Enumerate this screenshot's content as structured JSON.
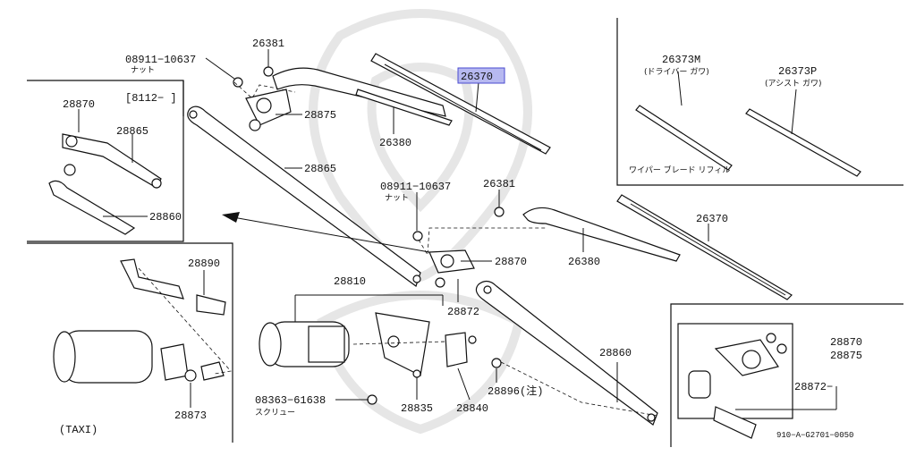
{
  "callouts": {
    "c26381a": "26381",
    "c08911a": "08911−10637",
    "c08911a_sub": "ナット",
    "c28875": "28875",
    "c26380a": "26380",
    "c26370_hl": "26370",
    "c28870a": "28870",
    "c8112": "[8112−  ]",
    "c28865a": "28865",
    "c28860a": "28860",
    "c28865b": "28865",
    "c08911b": "08911−10637",
    "c08911b_sub": "ナット",
    "c26381b": "26381",
    "c26370b": "26370",
    "c28870b": "28870",
    "c26380b": "26380",
    "c28810": "28810",
    "c28872": "28872",
    "c28890": "28890",
    "c28873": "28873",
    "c28860b": "28860",
    "c08363": "08363−61638",
    "c08363_sub": "スクリュー",
    "c28835": "28835",
    "c28840": "28840",
    "c28896": "28896(注)",
    "c26373m": "26373M",
    "c26373m_sub": "(ドライバー ガワ)",
    "c26373p": "26373P",
    "c26373p_sub": "(アシスト ガワ)",
    "refill": "ワイパー ブレード リフィル",
    "c28870c": "28870",
    "c28875c": "28875",
    "c28872c": "28872−",
    "taxi": "(TAXI)",
    "code": "910−A−G2701−0050"
  },
  "colors": {
    "highlight": "#b7b9f0"
  }
}
